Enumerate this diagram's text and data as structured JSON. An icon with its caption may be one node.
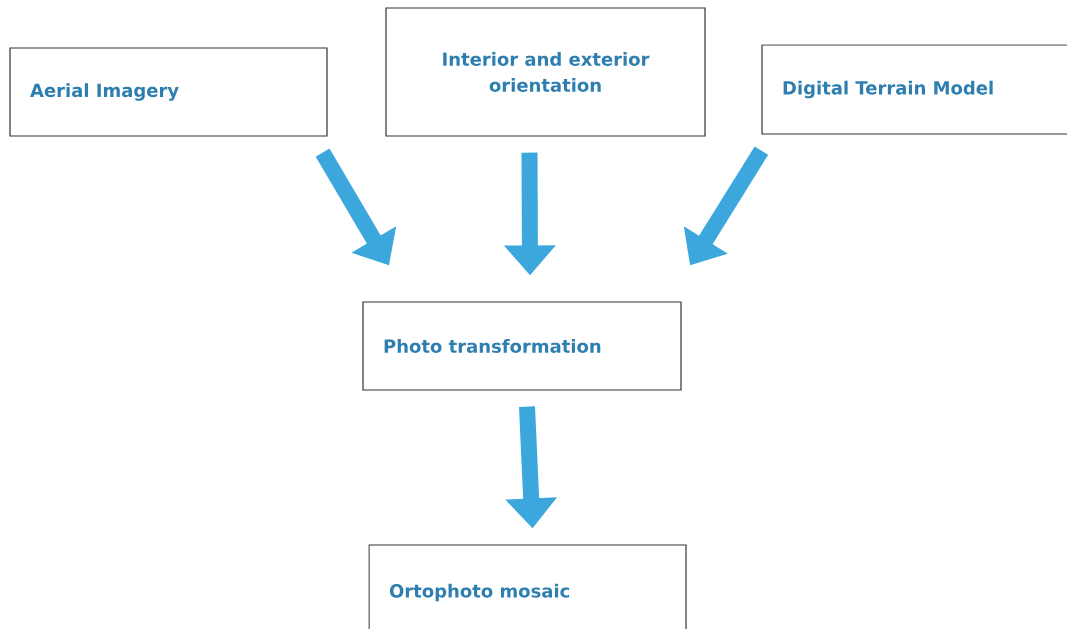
{
  "diagram": {
    "nodes": [
      {
        "text": [
          "Aerial Imagery"
        ]
      },
      {
        "text": [
          "Interior and exterior orientation"
        ]
      },
      {
        "text": [
          "Digital Terrain Model"
        ]
      },
      {
        "text": [
          "Photo transformation"
        ]
      },
      {
        "text": [
          "Ortophoto mosaic"
        ]
      }
    ],
    "edges": [
      {
        "from": 0,
        "to": 3,
        "arrow": "to"
      },
      {
        "from": 1,
        "to": 3,
        "arrow": "to"
      },
      {
        "from": 2,
        "to": 3,
        "arrow": "to"
      },
      {
        "from": 3,
        "to": 4,
        "arrow": "to"
      }
    ]
  }
}
